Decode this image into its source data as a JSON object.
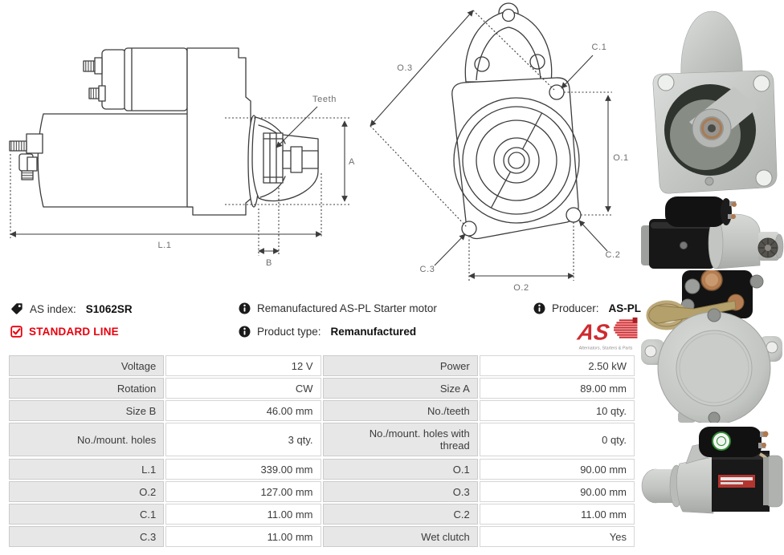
{
  "info": {
    "as_index_label": "AS index:",
    "as_index_value": "S1062SR",
    "line_badge": "STANDARD LINE",
    "description": "Remanufactured AS-PL Starter motor",
    "product_type_label": "Product type:",
    "product_type_value": "Remanufactured",
    "producer_label": "Producer:",
    "producer_value": "AS-PL",
    "logo_text": "AS",
    "logo_tagline": "Alternators, Starters & Parts"
  },
  "icons": {
    "as_index": "tag-icon",
    "standard_line": "checkbox-checked-icon",
    "description": "info-icon",
    "product_type": "info-icon",
    "producer": "info-icon"
  },
  "drawings": {
    "side_view_labels": {
      "teeth": "Teeth",
      "a": "A",
      "l1": "L.1",
      "b": "B"
    },
    "front_view_labels": {
      "o3": "O.3",
      "c1": "C.1",
      "o1": "O.1",
      "c2": "C.2",
      "c3": "C.3",
      "o2": "O.2"
    }
  },
  "spec_table": {
    "rows": [
      [
        "Voltage",
        "12 V",
        "Power",
        "2.50 kW"
      ],
      [
        "Rotation",
        "CW",
        "Size A",
        "89.00 mm"
      ],
      [
        "Size B",
        "46.00 mm",
        "No./teeth",
        "10 qty."
      ],
      [
        "No./mount. holes",
        "3 qty.",
        "No./mount. holes with thread",
        "0 qty."
      ],
      [
        "L.1",
        "339.00 mm",
        "O.1",
        "90.00 mm"
      ],
      [
        "O.2",
        "127.00 mm",
        "O.3",
        "90.00 mm"
      ],
      [
        "C.1",
        "11.00 mm",
        "C.2",
        "11.00 mm"
      ],
      [
        "C.3",
        "11.00 mm",
        "Wet clutch",
        "Yes"
      ]
    ]
  },
  "colors": {
    "accent_red": "#e8000d",
    "logo_red": "#ce2b30",
    "status_green": "#1e7b1e",
    "table_label_bg": "#e7e7e7",
    "drawing_line": "#3c3c3c"
  }
}
